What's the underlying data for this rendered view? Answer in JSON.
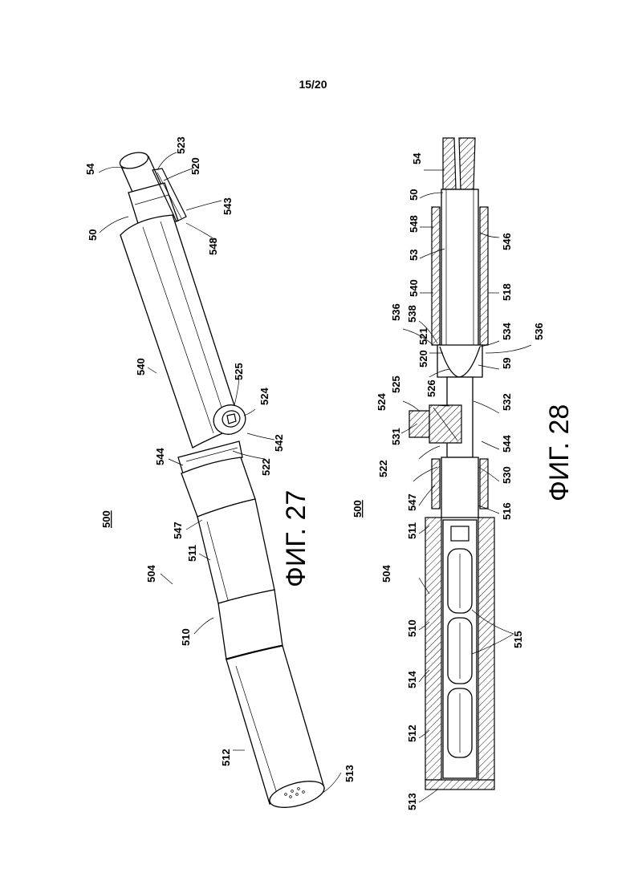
{
  "page_number": "15/20",
  "figure_27": {
    "caption": "ФИГ. 27",
    "ref_main": "500",
    "labels": {
      "l54": "54",
      "l523": "523",
      "l520": "520",
      "l50": "50",
      "l543": "543",
      "l548": "548",
      "l540": "540",
      "l525": "525",
      "l524": "524",
      "l544": "544",
      "l542": "542",
      "l522": "522",
      "l547": "547",
      "l511": "511",
      "l504": "504",
      "l510": "510",
      "l512": "512",
      "l513": "513"
    }
  },
  "figure_28": {
    "caption": "ФИГ. 28",
    "ref_main": "500",
    "labels": {
      "l54": "54",
      "l50": "50",
      "l548": "548",
      "l53": "53",
      "l546": "546",
      "l540": "540",
      "l518": "518",
      "l536a": "536",
      "l538": "538",
      "l521": "521",
      "l534": "534",
      "l536b": "536",
      "l520": "520",
      "l59": "59",
      "l525": "525",
      "l526": "526",
      "l524": "524",
      "l532": "532",
      "l531": "531",
      "l544": "544",
      "l522": "522",
      "l530": "530",
      "l547": "547",
      "l516": "516",
      "l511": "511",
      "l504": "504",
      "l510": "510",
      "l515": "515",
      "l514": "514",
      "l512": "512",
      "l513": "513"
    }
  }
}
